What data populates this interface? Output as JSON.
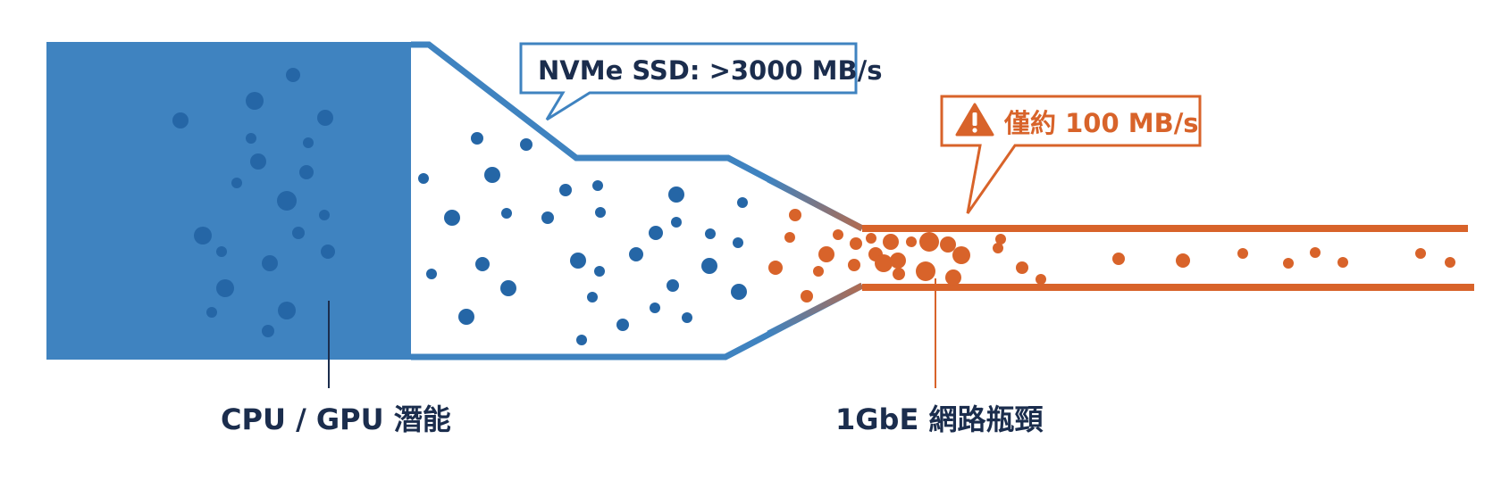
{
  "callouts": {
    "nvme": "NVMe SSD: >3000 MB/s",
    "warning": "僅約 100 MB/s",
    "warning_icon": "warning-triangle-icon"
  },
  "labels": {
    "cpu_gpu": "CPU / GPU 潛能",
    "bottleneck": "1GbE 網路瓶頸"
  },
  "colors": {
    "blue": "#3f83c0",
    "orange": "#d8632a",
    "navy": "#1b2d4d"
  }
}
